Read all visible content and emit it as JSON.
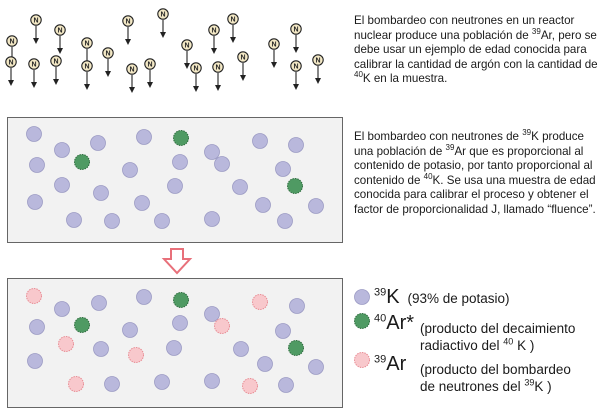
{
  "neutron_label": "N",
  "paragraph_1": {
    "part1": "El bombardeo con neutrones en un reactor nuclear produce una población de ",
    "iso1": "39",
    "part2": "Ar, pero se debe usar un ejemplo de edad conocida para calibrar la cantidad de argón con la cantidad de ",
    "iso2": "40",
    "part3": "K en la muestra."
  },
  "paragraph_2": {
    "part1": "El bombardeo con neutrones de ",
    "iso1": "39",
    "part2": "K produce una población de ",
    "iso2": "39",
    "part3": "Ar que es proporcional al contenido de potasio, por tanto proporcional al contenido de ",
    "iso3": "40",
    "part4": "K.  Se usa una muestra de edad conocida para calibrar el proceso y obtener el factor de proporcionalidad J, llamado “fluence”."
  },
  "legend": {
    "k39": {
      "mass": "39",
      "symbol": "K",
      "desc": "(93% de potasio)"
    },
    "ar40": {
      "mass": "40",
      "symbol": "Ar*",
      "desc_a": "(producto del decaimiento",
      "desc_b": "radiactivo del ",
      "desc_mass": "40",
      "desc_sym": " K )"
    },
    "ar39": {
      "mass": "39",
      "symbol": "Ar",
      "desc_a": "(producto del bombardeo",
      "desc_b": "de neutrones del ",
      "desc_mass": "39",
      "desc_sym": "K )"
    }
  },
  "colors": {
    "k39": "#b9b8dc",
    "ar40": "#4f9a63",
    "ar39": "#f8c8cc",
    "arrow": "#e8707a",
    "box_bg": "#f2f2f2"
  }
}
